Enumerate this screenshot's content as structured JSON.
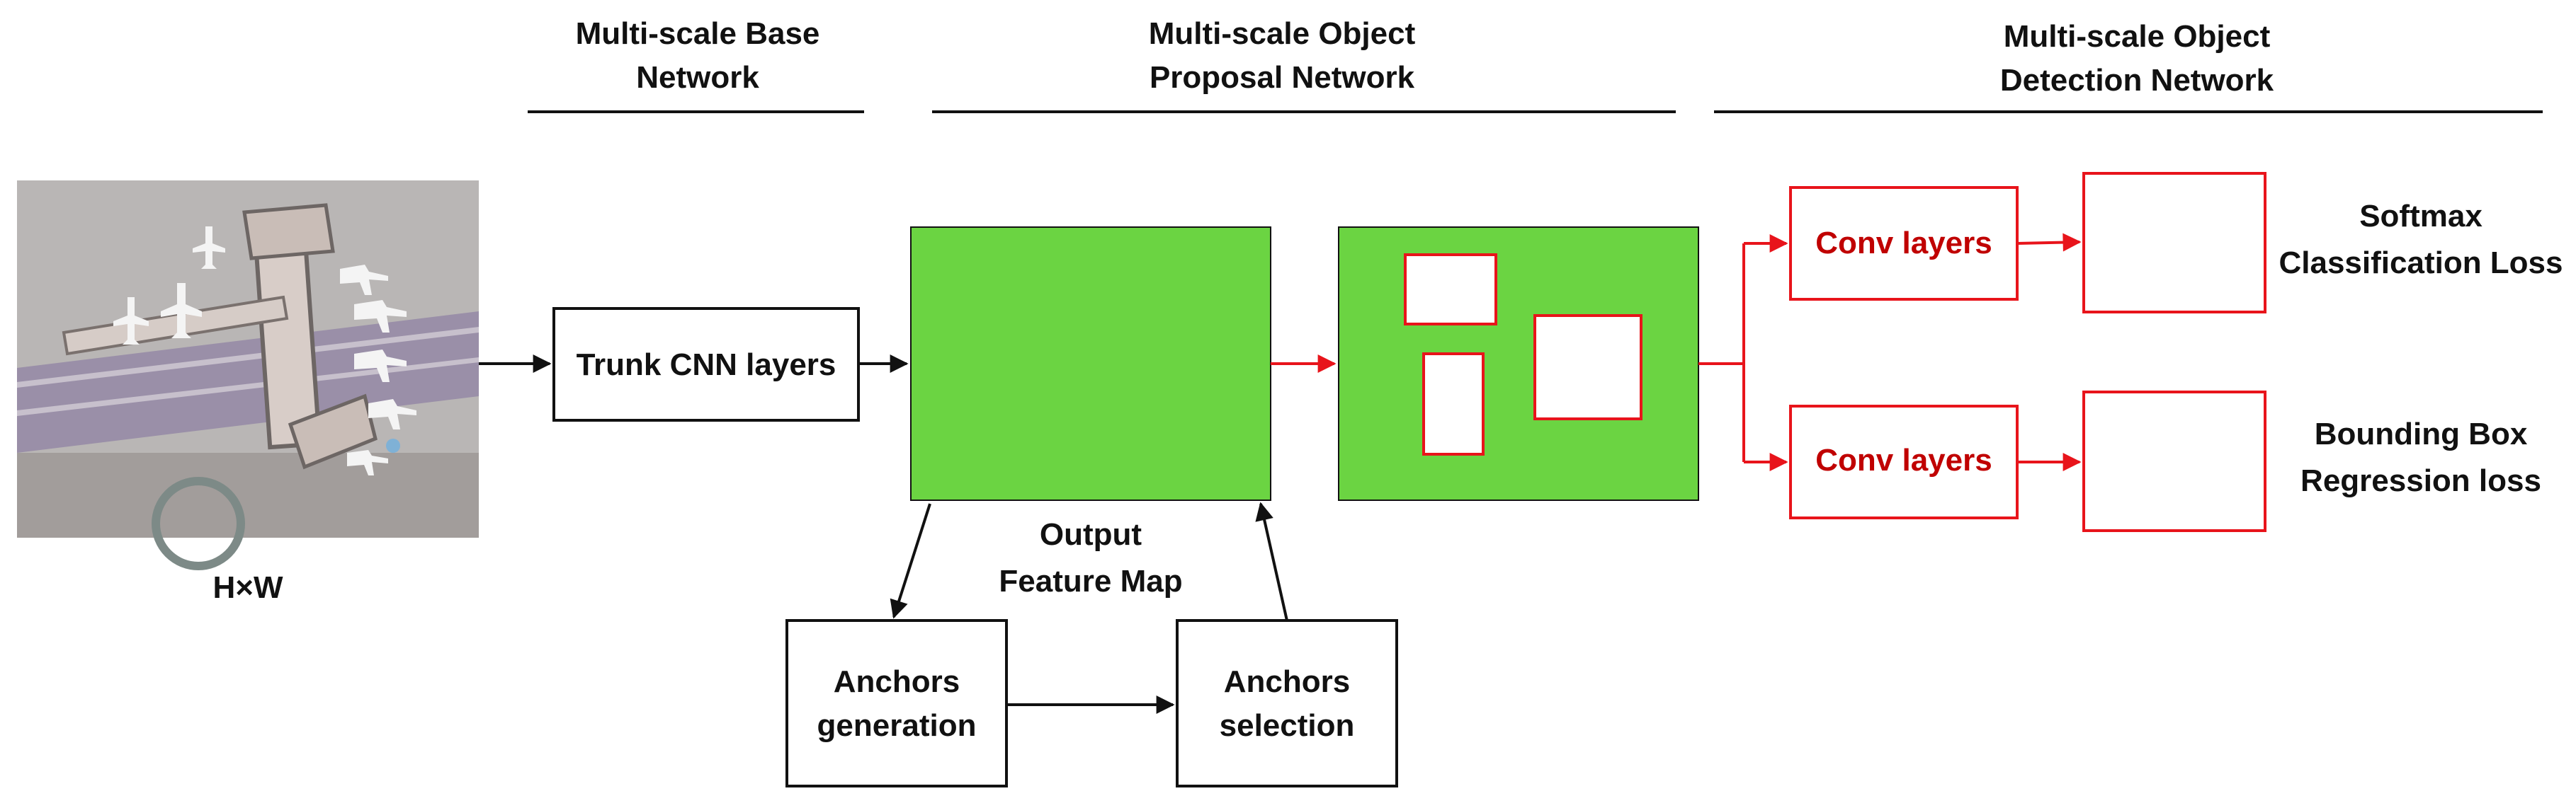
{
  "headers": {
    "base_line1": "Multi-scale Base",
    "base_line2": "Network",
    "proposal_line1": "Multi-scale Object",
    "proposal_line2": "Proposal Network",
    "detection_line1": "Multi-scale Object",
    "detection_line2": "Detection Network"
  },
  "input": {
    "size_label": "H×W"
  },
  "nodes": {
    "trunk": "Trunk CNN layers",
    "feature_map_line1": "Output",
    "feature_map_line2": "Feature Map",
    "anchors_gen_line1": "Anchors",
    "anchors_gen_line2": "generation",
    "anchors_sel_line1": "Anchors",
    "anchors_sel_line2": "selection",
    "conv_top": "Conv  layers",
    "conv_bottom": "Conv  layers"
  },
  "outputs": {
    "cls_line1": "Softmax",
    "cls_line2": "Classification Loss",
    "reg_line1": "Bounding Box",
    "reg_line2": "Regression loss"
  },
  "colors": {
    "feature_green": "#6bd442",
    "detection_red": "#e8141b",
    "detection_text": "#c00000"
  }
}
